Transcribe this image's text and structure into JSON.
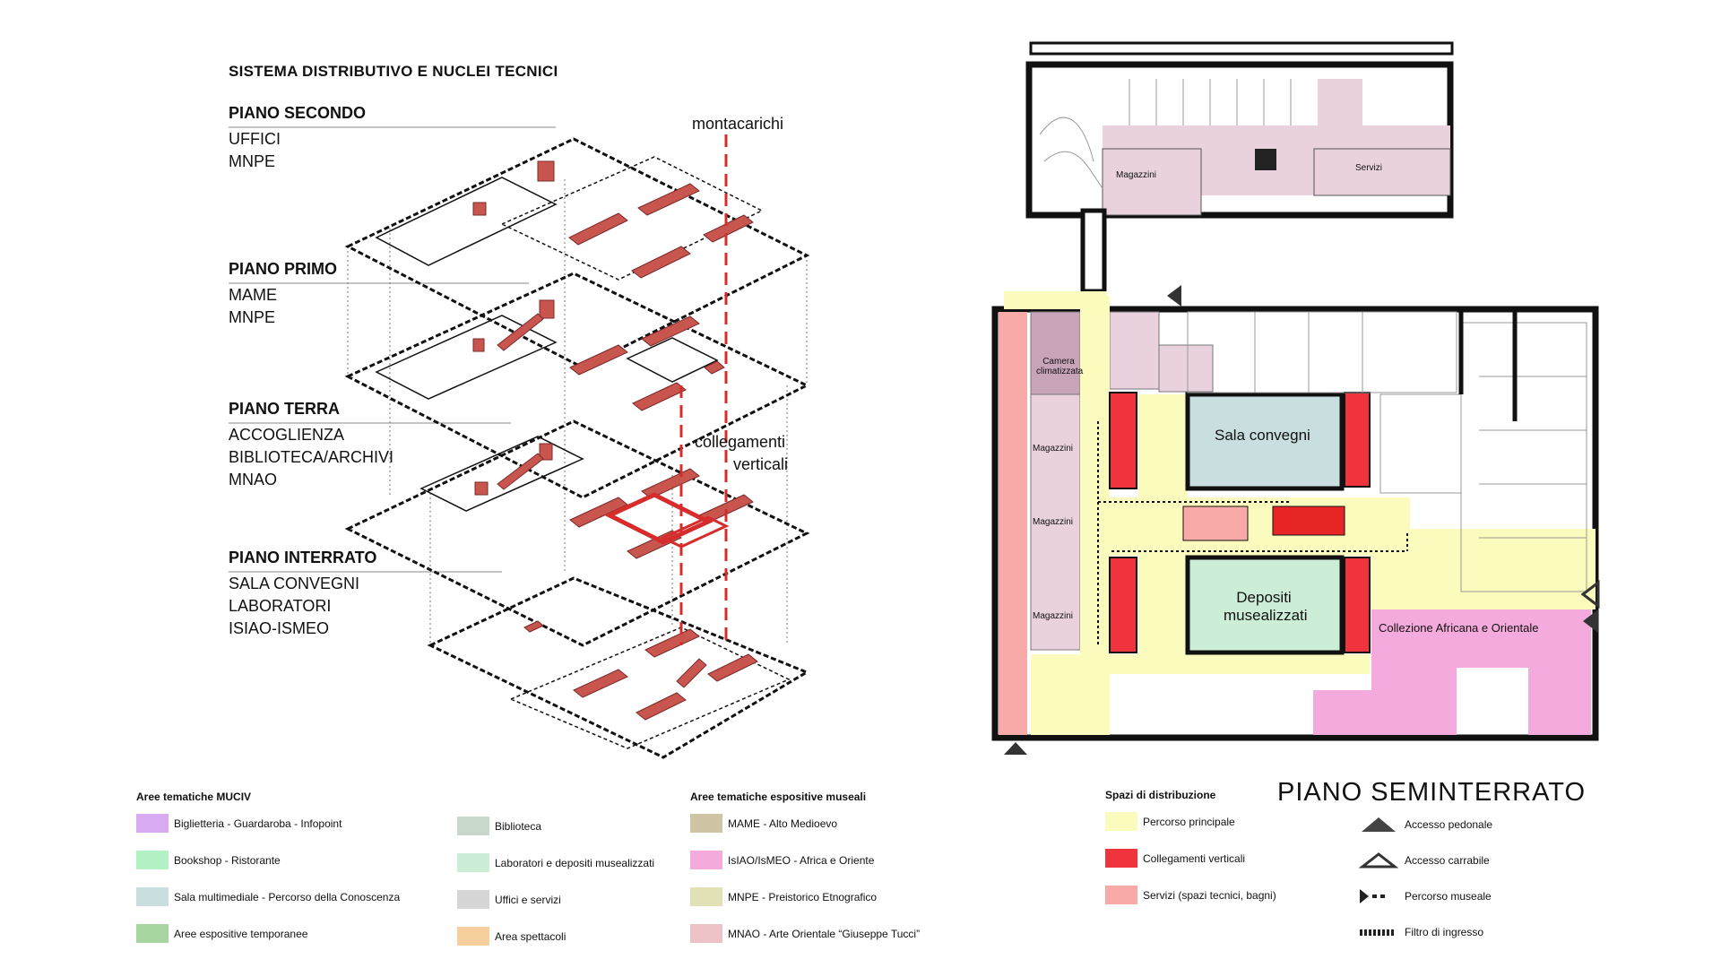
{
  "title": "SISTEMA DISTRIBUTIVO E NUCLEI TECNICI",
  "floors": [
    {
      "name": "PIANO SECONDO",
      "items": [
        "UFFICI",
        "MNPE"
      ]
    },
    {
      "name": "PIANO PRIMO",
      "items": [
        "MAME",
        "MNPE"
      ]
    },
    {
      "name": "PIANO TERRA",
      "items": [
        "ACCOGLIENZA",
        "BIBLIOTECA/ARCHIVI",
        "MNAO"
      ]
    },
    {
      "name": "PIANO INTERRATO",
      "items": [
        "SALA CONVEGNI",
        "LABORATORI",
        "ISIAO-ISMEO"
      ]
    }
  ],
  "annotations": {
    "montacarichi": "montacarichi",
    "collegamenti_1": "collegamenti",
    "collegamenti_2": "verticali"
  },
  "plan": {
    "title": "PIANO SEMINTERRATO",
    "rooms": {
      "magazzini": "Magazzini",
      "servizi": "Servizi",
      "camera_1": "Camera",
      "camera_2": "climatizzata",
      "sala_convegni": "Sala convegni",
      "depositi_1": "Depositi",
      "depositi_2": "musealizzati",
      "collezione": "Collezione Africana e Orientale"
    }
  },
  "legend": {
    "muciv": {
      "heading": "Aree tematiche MUCIV",
      "items": [
        {
          "label": "Biglietteria - Guardaroba - Infopoint",
          "color": "#d8aaf2"
        },
        {
          "label": "Bookshop - Ristorante",
          "color": "#b3f2c4"
        },
        {
          "label": "Sala multimediale - Percorso della Conoscenza",
          "color": "#c9dede"
        },
        {
          "label": "Aree espositive temporanee",
          "color": "#a8d6a0"
        }
      ]
    },
    "misc": {
      "items": [
        {
          "label": "Biblioteca",
          "color": "#c8d9cc"
        },
        {
          "label": "Laboratori e depositi musealizzati",
          "color": "#cdeed6"
        },
        {
          "label": "Uffici e servizi",
          "color": "#d6d6d6"
        },
        {
          "label": "Area spettacoli",
          "color": "#f7cf9e"
        }
      ]
    },
    "musei": {
      "heading": "Aree tematiche espositive museali",
      "items": [
        {
          "label": "MAME - Alto Medioevo",
          "color": "#cfc5a5"
        },
        {
          "label": "IsIAO/IsMEO - Africa e Oriente",
          "color": "#f5aadd"
        },
        {
          "label": "MNPE - Preistorico Etnografico",
          "color": "#e1e1b5"
        },
        {
          "label": "MNAO - Arte Orientale “Giuseppe Tucci”",
          "color": "#eec3c8"
        }
      ]
    },
    "distribuzione": {
      "heading": "Spazi di distribuzione",
      "items": [
        {
          "label": "Percorso principale",
          "color": "#fbfbbd"
        },
        {
          "label": "Collegamenti verticali",
          "color": "#f0343e"
        },
        {
          "label": "Servizi (spazi tecnici, bagni)",
          "color": "#f8aaa8"
        }
      ]
    },
    "accessi": {
      "items": [
        {
          "label": "Accesso pedonale",
          "icon": "filled-triangle-icon"
        },
        {
          "label": "Accesso carrabile",
          "icon": "outline-triangle-icon"
        },
        {
          "label": "Percorso museale",
          "icon": "dashed-arrow-icon"
        },
        {
          "label": "Filtro di ingresso",
          "icon": "hatched-line-icon"
        }
      ]
    }
  },
  "colors": {
    "core_red": "#c9545a",
    "accent_red": "#d62c2c",
    "path_yellow": "#fbfbbd",
    "vertical_red": "#f0343e",
    "services_pink": "#f8aaa8",
    "storage_mauve": "#e9d2de",
    "climate_mauve": "#c7a4b8",
    "sala_teal": "#c9dede",
    "depositi_green": "#cdeed6",
    "collezione_pink": "#f5aadd"
  }
}
